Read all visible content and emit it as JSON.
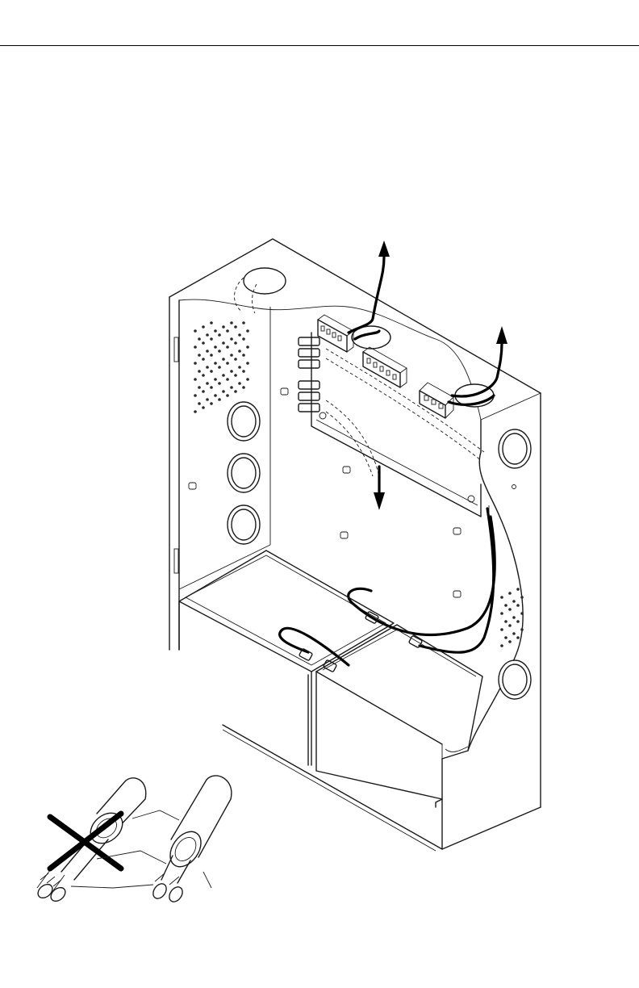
{
  "figure": {
    "wiring_arrows": [
      "up-left-arrow",
      "up-right-arrow",
      "down-center-arrow"
    ],
    "cable_diagrams": [
      "incorrect-cable-crossed",
      "correct-cable"
    ],
    "colors": {
      "line": "#1a1a1a",
      "wire": "#000000",
      "background": "#ffffff"
    }
  }
}
